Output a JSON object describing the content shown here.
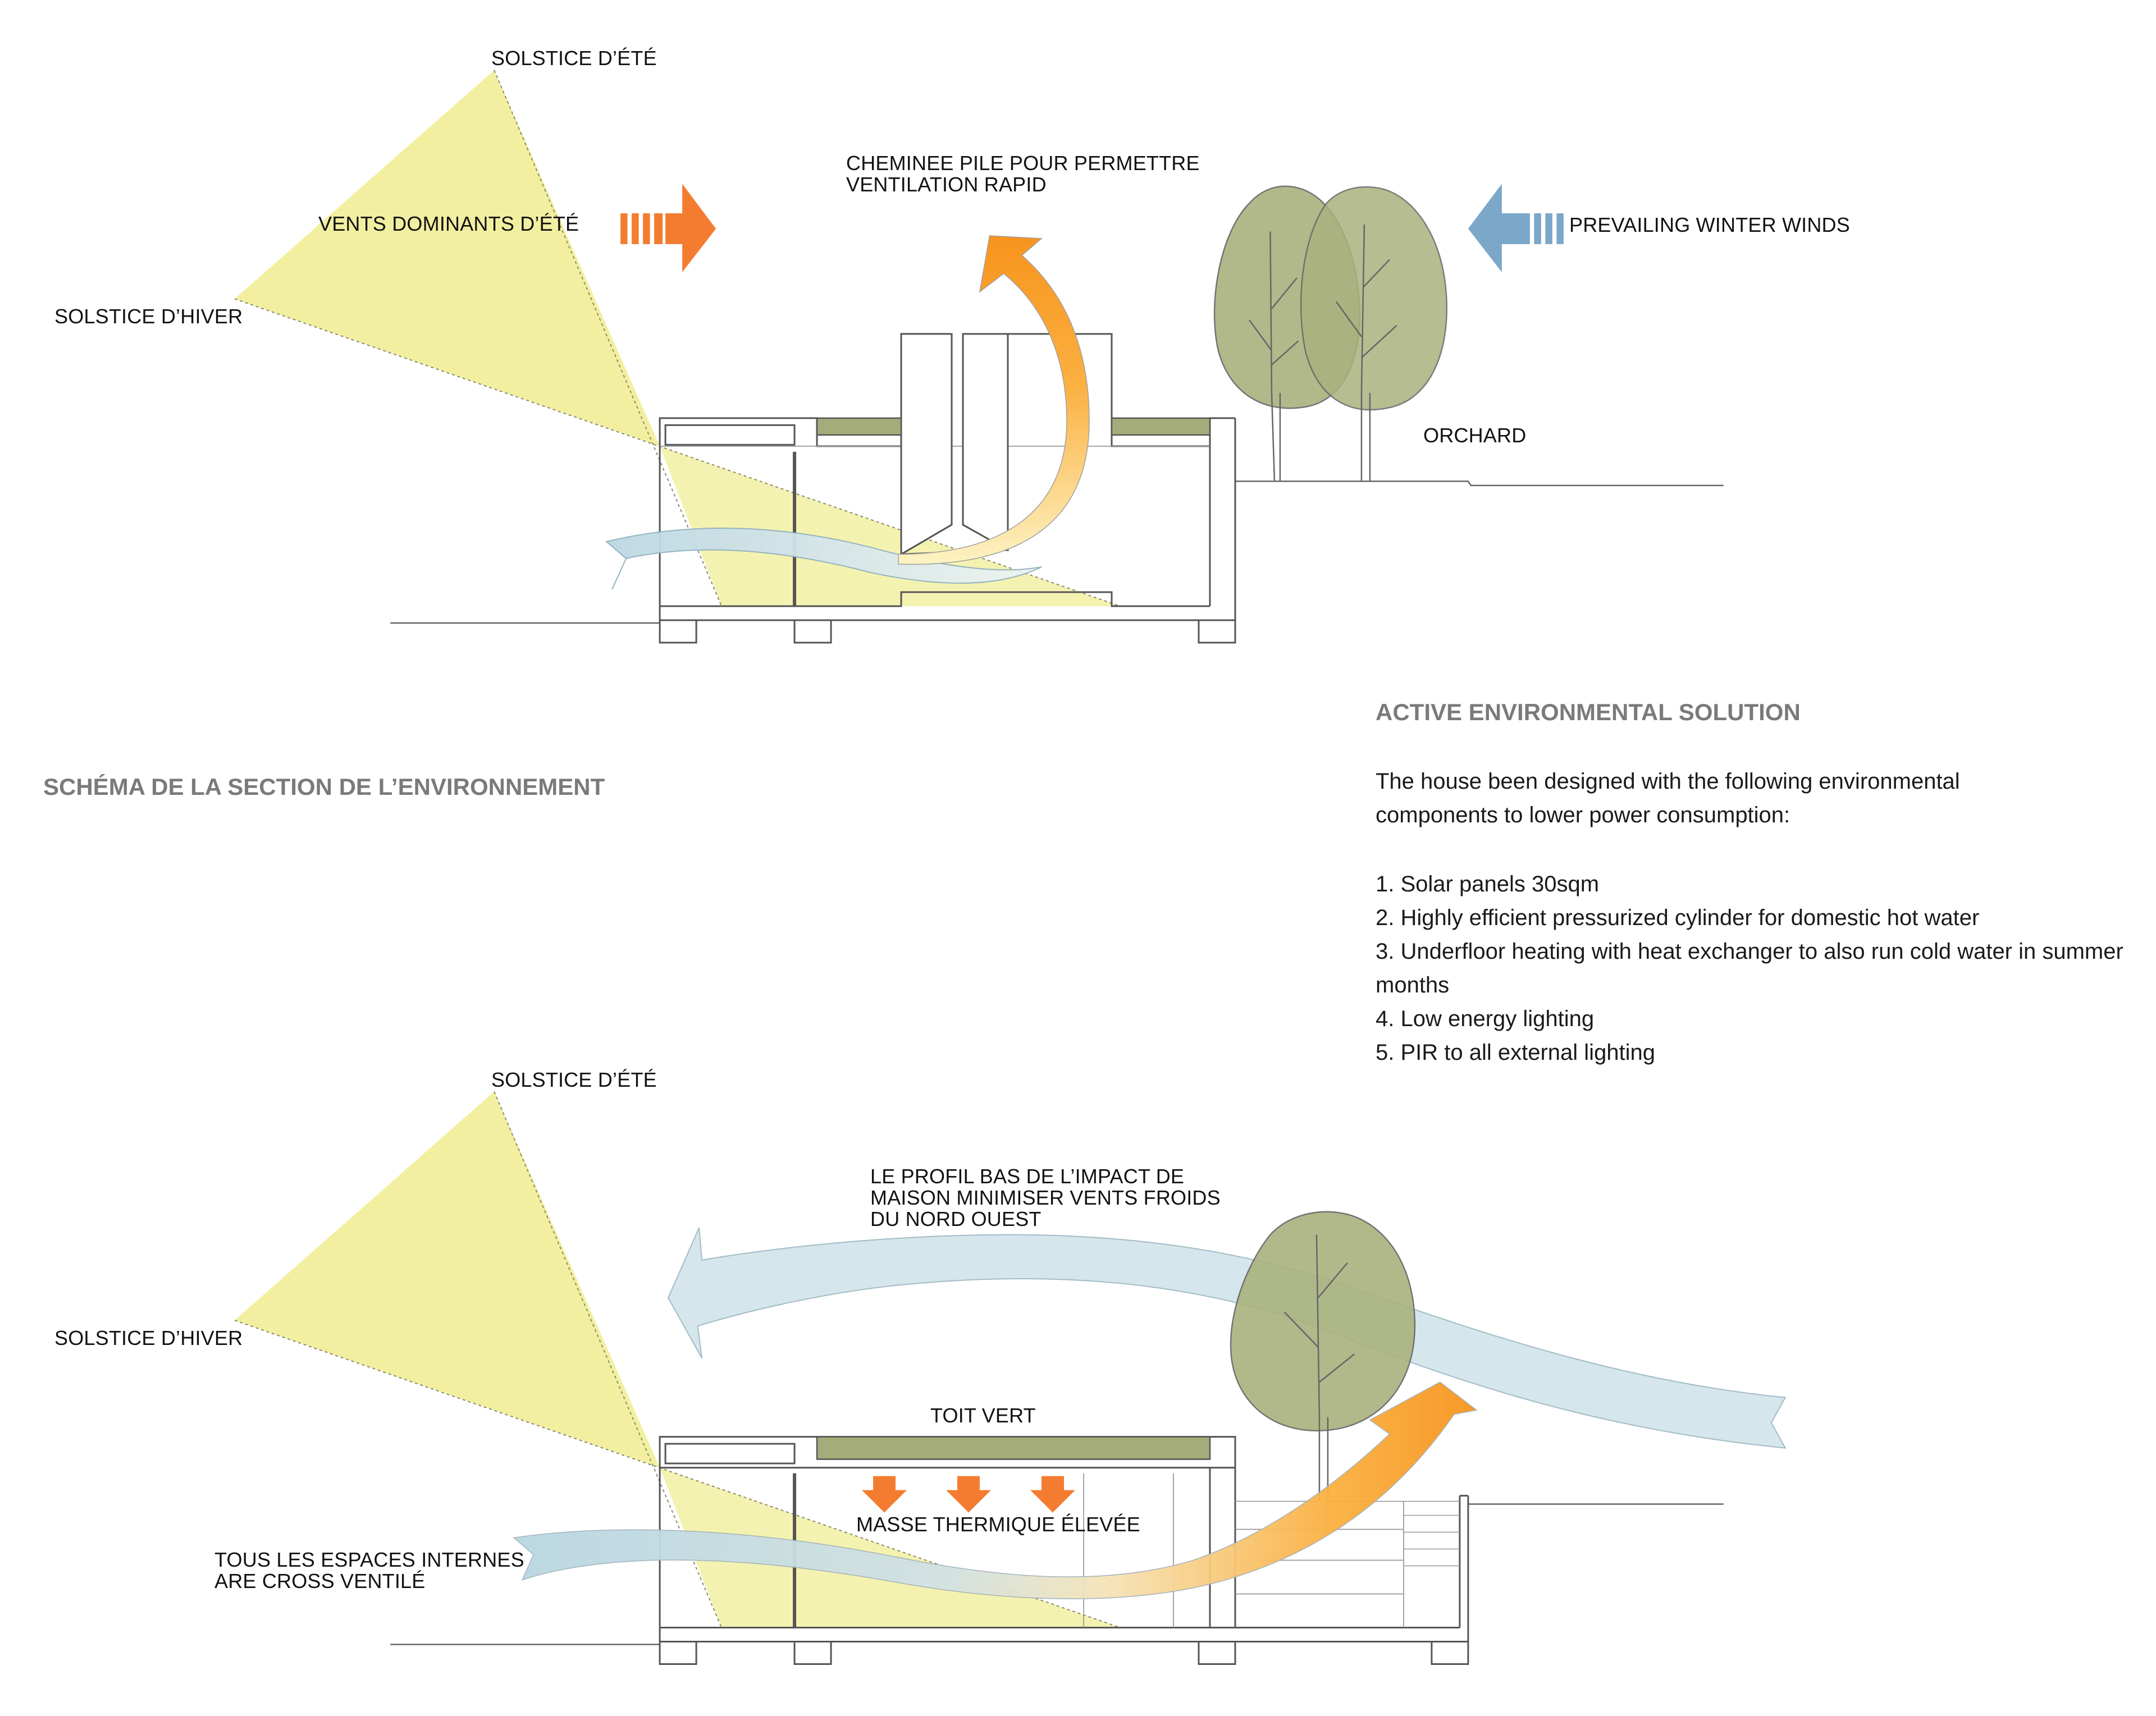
{
  "top_section": {
    "labels": {
      "solstice_ete": "SOLSTICE D’ÉTÉ",
      "solstice_hiver": "SOLSTICE D’HIVER",
      "vents_dominants_ete": "VENTS DOMINANTS D’ÉTÉ",
      "cheminee": "CHEMINEE PILE POUR PERMETTRE\nVENTILATION RAPID",
      "prevailing_winter_winds": "PREVAILING WINTER WINDS",
      "orchard": "ORCHARD"
    }
  },
  "section_title": "SCHÉMA DE LA SECTION DE L’ENVIRONNEMENT",
  "active_solution": {
    "title": "ACTIVE ENVIRONMENTAL SOLUTION",
    "intro_lines": [
      "The house been designed with the following environmental",
      "components to lower power consumption:"
    ],
    "items": [
      "1. Solar panels 30sqm",
      "2. Highly efficient pressurized cylinder for domestic hot water",
      "3. Underfloor heating with heat exchanger to also run cold water in summer months",
      "4. Low energy lighting",
      "5. PIR to all external lighting"
    ]
  },
  "bottom_section": {
    "labels": {
      "solstice_ete": "SOLSTICE D’ÉTÉ",
      "solstice_hiver": "SOLSTICE D’HIVER",
      "profil_bas": "LE PROFIL BAS DE L’IMPACT DE\nMAISON MINIMISER VENTS FROIDS\nDU NORD OUEST",
      "toit_vert": "TOIT VERT",
      "masse_thermique": "MASSE THERMIQUE ÉLEVÉE",
      "cross_ventile": "TOUS LES ESPACES INTERNES\nARE CROSS VENTILÉ"
    }
  },
  "colors": {
    "sun_fill": "#f2f0a0",
    "wind_cool": "#c9e1ea",
    "wind_warm": "#f7941d",
    "green_roof": "#a4ad7a",
    "tree_fill": "#a9b27e",
    "winter_arrow": "#7ba7c9",
    "heading_gray": "#7a7a7a"
  }
}
